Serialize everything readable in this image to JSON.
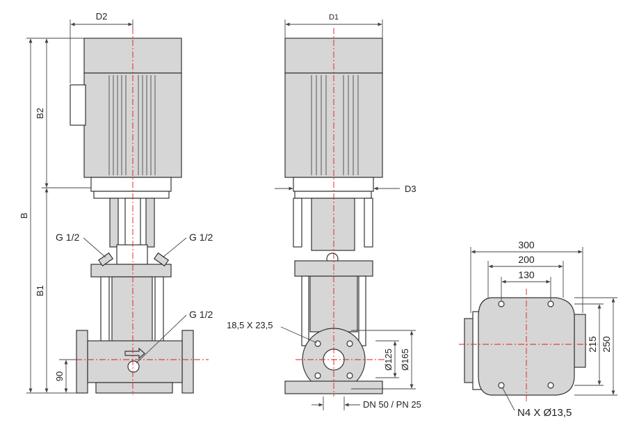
{
  "colors": {
    "body": "#d6d6d6",
    "outline": "#333333",
    "centerline": "#e0191f",
    "background": "#ffffff"
  },
  "side_view": {
    "dim_d2": "D2",
    "dim_b2": "B2",
    "dim_b": "B",
    "dim_b1": "B1",
    "dim_90": "90",
    "port_left": "G 1/2",
    "port_right": "G 1/2",
    "port_drain": "G 1/2"
  },
  "front_view": {
    "dim_d1": "D1",
    "dim_d3": "D3",
    "hole_size": "18,5 X 23,5",
    "dia_125": "Ø125",
    "dia_165": "Ø165",
    "flange": "DN 50 / PN 25"
  },
  "base_view": {
    "dim_300": "300",
    "dim_200": "200",
    "dim_130": "130",
    "dim_215": "215",
    "dim_250": "250",
    "anchor_holes": "N4 X Ø13,5"
  }
}
